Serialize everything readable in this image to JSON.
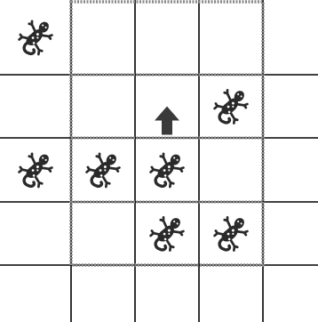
{
  "board": {
    "rows": 5,
    "cols": 5,
    "line_color": "#000000",
    "highlight_color": "#8a8a8a",
    "lizard_color": "#2a2a2a",
    "arrow_color": "#3a3a3a",
    "highlight_region": {
      "row_from": 0,
      "row_to": 3,
      "col_from": 1,
      "col_to": 3
    },
    "lizards": [
      {
        "row": 0,
        "col": 0,
        "icon": "lizard-icon"
      },
      {
        "row": 1,
        "col": 3,
        "icon": "lizard-icon"
      },
      {
        "row": 2,
        "col": 0,
        "icon": "lizard-icon"
      },
      {
        "row": 2,
        "col": 1,
        "icon": "lizard-icon"
      },
      {
        "row": 2,
        "col": 2,
        "icon": "lizard-icon"
      },
      {
        "row": 3,
        "col": 2,
        "icon": "lizard-icon"
      },
      {
        "row": 3,
        "col": 3,
        "icon": "lizard-icon"
      }
    ],
    "arrow": {
      "row": 1,
      "col": 2,
      "direction": "up",
      "icon": "up-arrow-icon"
    }
  }
}
